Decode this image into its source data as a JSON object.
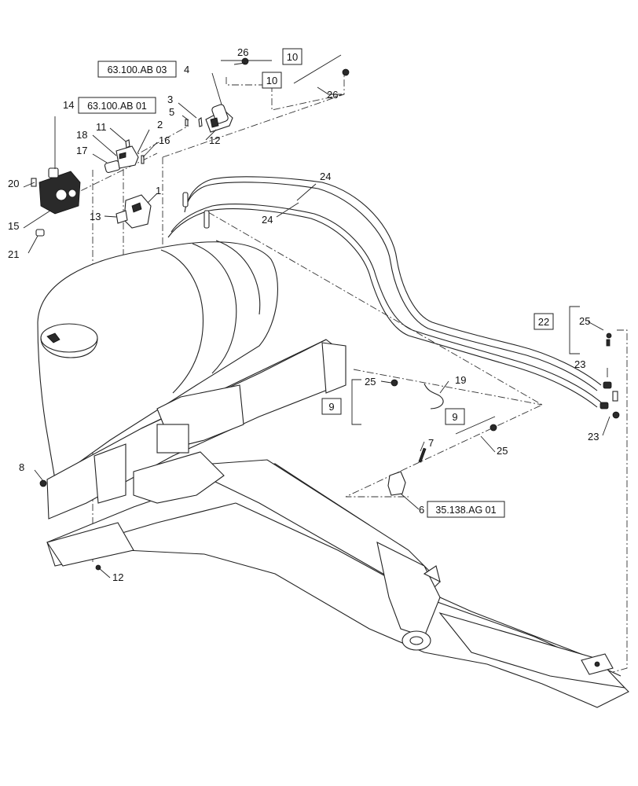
{
  "references": {
    "ref_63_100_ab_03": "63.100.AB 03",
    "ref_63_100_ab_01": "63.100.AB 01",
    "ref_35_138_ag_01": "35.138.AG 01"
  },
  "boxed_labels": {
    "b10_top": "10",
    "b10_mid": "10",
    "b22": "22",
    "b9_left": "9",
    "b9_right": "9"
  },
  "labels": {
    "l1": "1",
    "l2": "2",
    "l3": "3",
    "l4": "4",
    "l5": "5",
    "l6": "6",
    "l7": "7",
    "l8": "8",
    "l11": "11",
    "l12_top": "12",
    "l12_bottom": "12",
    "l13": "13",
    "l14": "14",
    "l15": "15",
    "l16": "16",
    "l17": "17",
    "l18": "18",
    "l19": "19",
    "l20": "20",
    "l21": "21",
    "l23_top": "23",
    "l23_bottom": "23",
    "l24_top": "24",
    "l24_left": "24",
    "l25_right_top": "25",
    "l25_mid": "25",
    "l25_right": "25",
    "l26_top": "26",
    "l26_right": "26"
  }
}
